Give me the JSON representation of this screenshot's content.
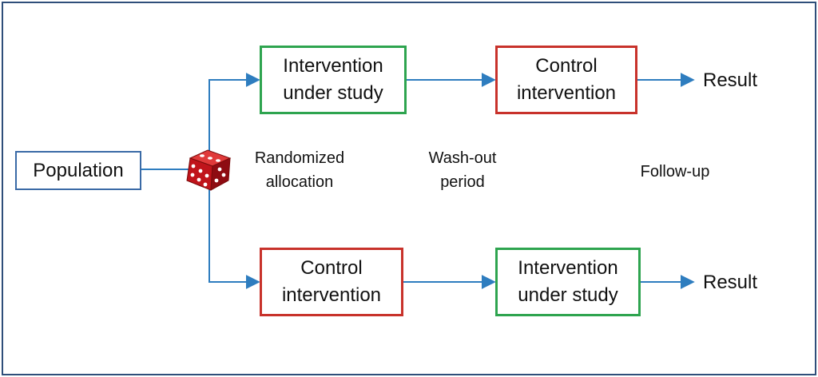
{
  "nodes": {
    "population": "Population",
    "arm1_first": "Intervention\nunder study",
    "arm1_second": "Control\nintervention",
    "arm2_first": "Control\nintervention",
    "arm2_second": "Intervention\nunder study"
  },
  "phase_labels": {
    "randomized": "Randomized\nallocation",
    "washout": "Wash-out\nperiod",
    "followup": "Follow-up"
  },
  "results": {
    "top": "Result",
    "bottom": "Result"
  },
  "icons": {
    "dice": "dice-icon"
  },
  "colors": {
    "frame": "#2f4f7a",
    "arrow": "#2e7dbf",
    "population_border": "#3a6aa6",
    "study_border": "#2ea44f",
    "control_border": "#c8322b",
    "dice": "#c0141b"
  }
}
